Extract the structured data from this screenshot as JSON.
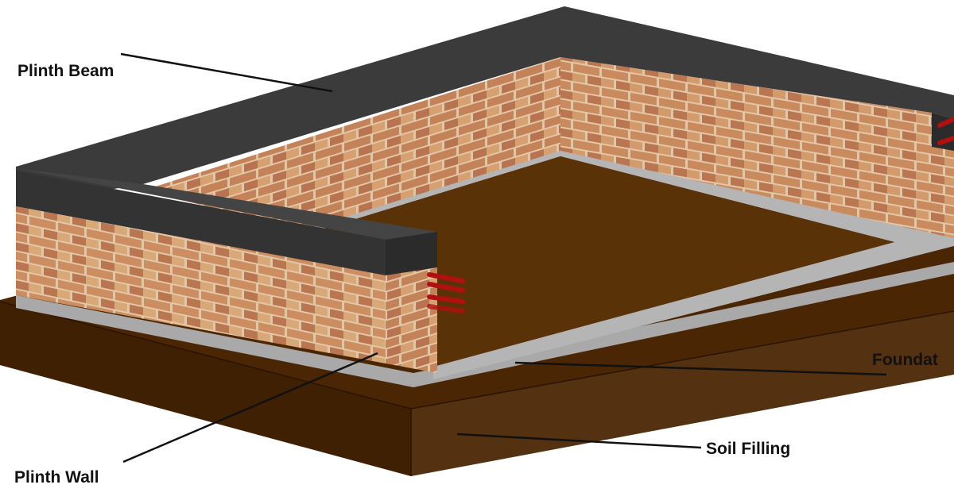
{
  "labels": {
    "plinth_beam": "Plinth Beam",
    "plinth_wall": "Plinth Wall",
    "foundation": "Foundat",
    "soil_filling": "Soil Filling"
  },
  "colors": {
    "soil": "#4a2604",
    "soil_side": "#3a1d02",
    "floor": "#5a3208",
    "concrete": "#a7a7a7",
    "brick": "#c98a5e",
    "mortar": "#e5cdb0",
    "beam": "#3c3c3c",
    "rebar": "#b01010"
  }
}
